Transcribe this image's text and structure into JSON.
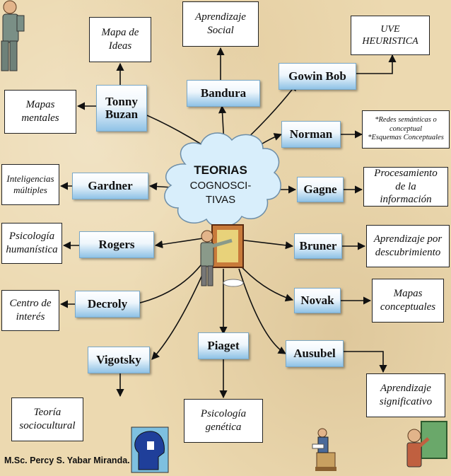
{
  "center": {
    "line1": "TEORIAS",
    "line2": "COGNOSCI-",
    "line3": "TIVAS"
  },
  "theorists": {
    "tonny_buzan": "Tonny Buzan",
    "bandura": "Bandura",
    "gowin_bob": "Gowin Bob",
    "norman": "Norman",
    "gardner": "Gardner",
    "gagne": "Gagne",
    "rogers": "Rogers",
    "bruner": "Bruner",
    "decroly": "Decroly",
    "novak": "Novak",
    "vigotsky": "Vigotsky",
    "piaget": "Piaget",
    "ausubel": "Ausubel"
  },
  "concepts": {
    "mapa_de_ideas": "Mapa de Ideas",
    "aprendizaje_social": "Aprendizaje Social",
    "uve_heuristica": "UVE HEURISTICA",
    "mapas_mentales": "Mapas mentales",
    "redes_semanticas": "*Redes semánticas o conceptual",
    "esquemas_conceptuales": "*Esquemas Conceptuales",
    "inteligencias_multiples": "Inteligencias múltiples",
    "procesamiento": "Procesamiento de la información",
    "psicologia_humanistica": "Psicología humanística",
    "aprendizaje_descubrimiento": "Aprendizaje por descubrimiento",
    "centro_de_interes": "Centro de interés",
    "mapas_conceptuales": "Mapas conceptuales",
    "aprendizaje_significativo": "Aprendizaje significativo",
    "teoria_sociocultural": "Teoría sociocultural",
    "psicologia_genetica": "Psicología genética"
  },
  "author": "M.Sc. Percy S. Yabar Miranda.",
  "colors": {
    "node_top": "#ffffff",
    "node_bottom": "#8fc2e6",
    "cloud": "#d8eefb",
    "background": "#ecd9b0"
  }
}
